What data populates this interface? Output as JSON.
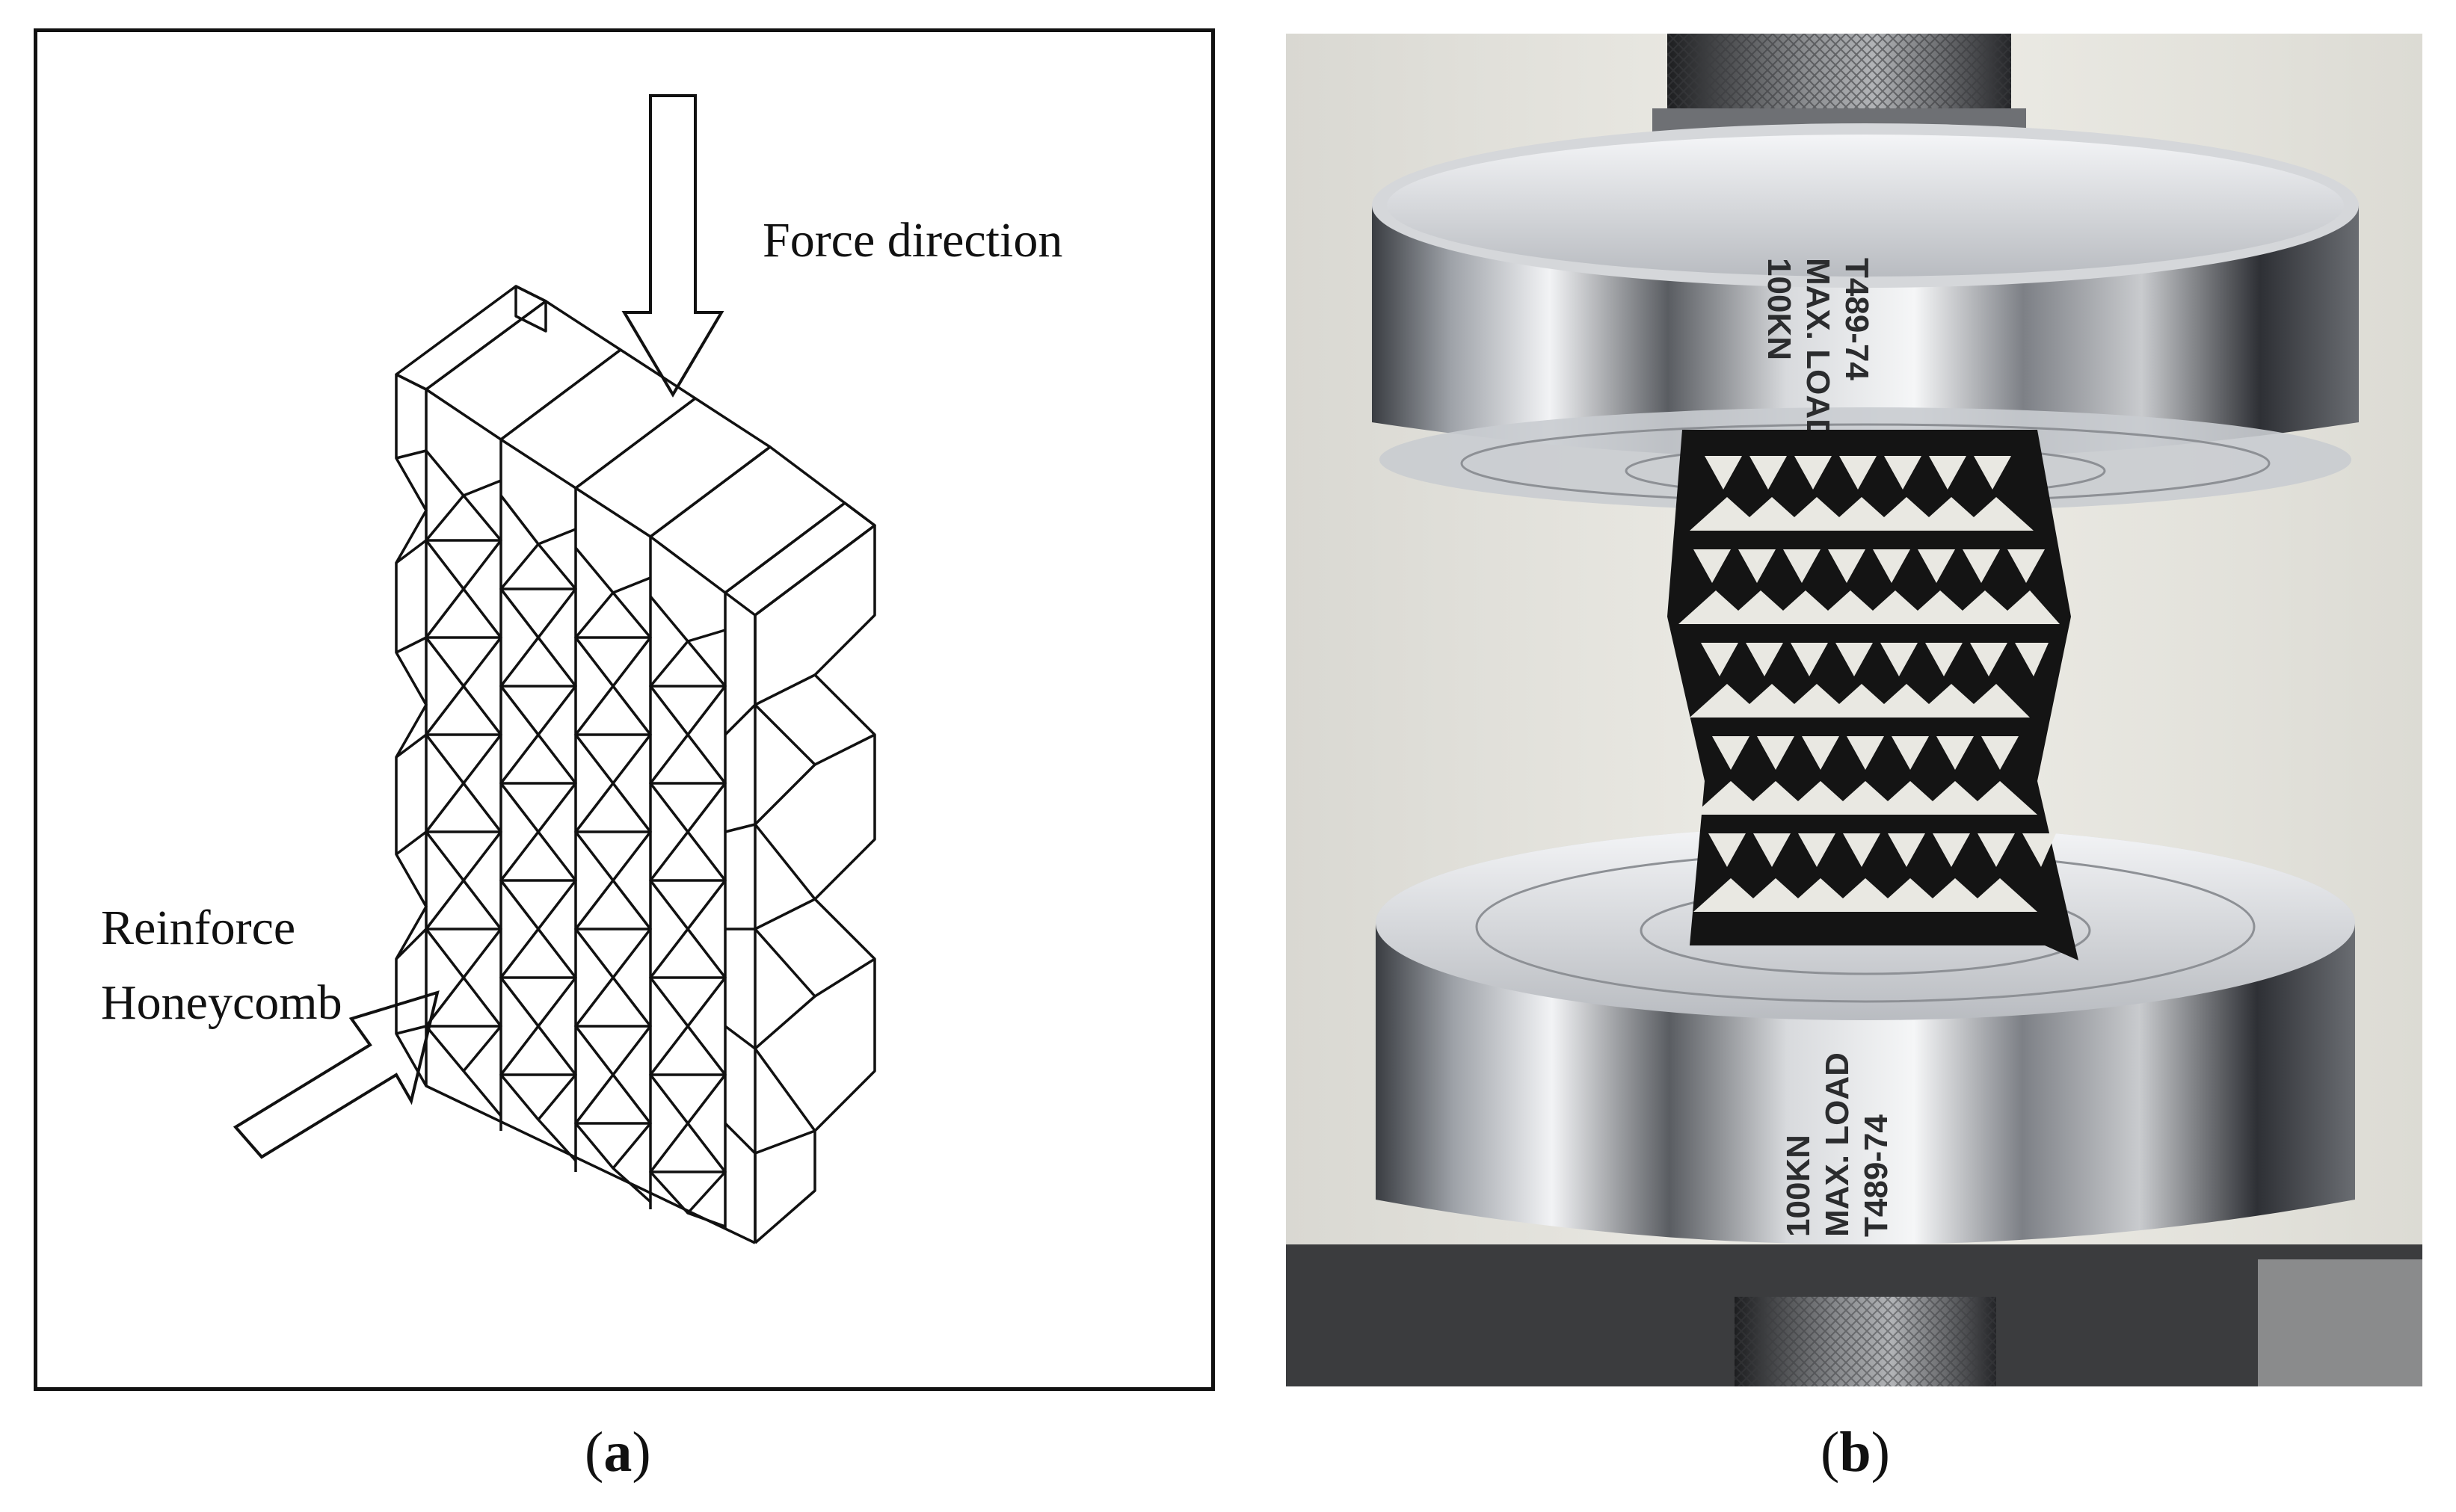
{
  "panel_a": {
    "force_label": "Force direction",
    "reinforce_label_line1": "Reinforce",
    "reinforce_label_line2": "Honeycomb"
  },
  "panel_b": {
    "upper_plate_engraving": [
      "100KN",
      "MAX. LOAD",
      "T489-74"
    ],
    "lower_plate_engraving": [
      "100KN",
      "MAX. LOAD",
      "T489-74"
    ]
  },
  "captions": {
    "a": {
      "open": "(",
      "letter": "a",
      "close": ")"
    },
    "b": {
      "open": "(",
      "letter": "b",
      "close": ")"
    }
  },
  "colors": {
    "line": "#111111",
    "steel_light": "#e8eaee",
    "steel_dark": "#2a2c30",
    "lattice": "#121212",
    "wall": "#e9e7e0"
  }
}
